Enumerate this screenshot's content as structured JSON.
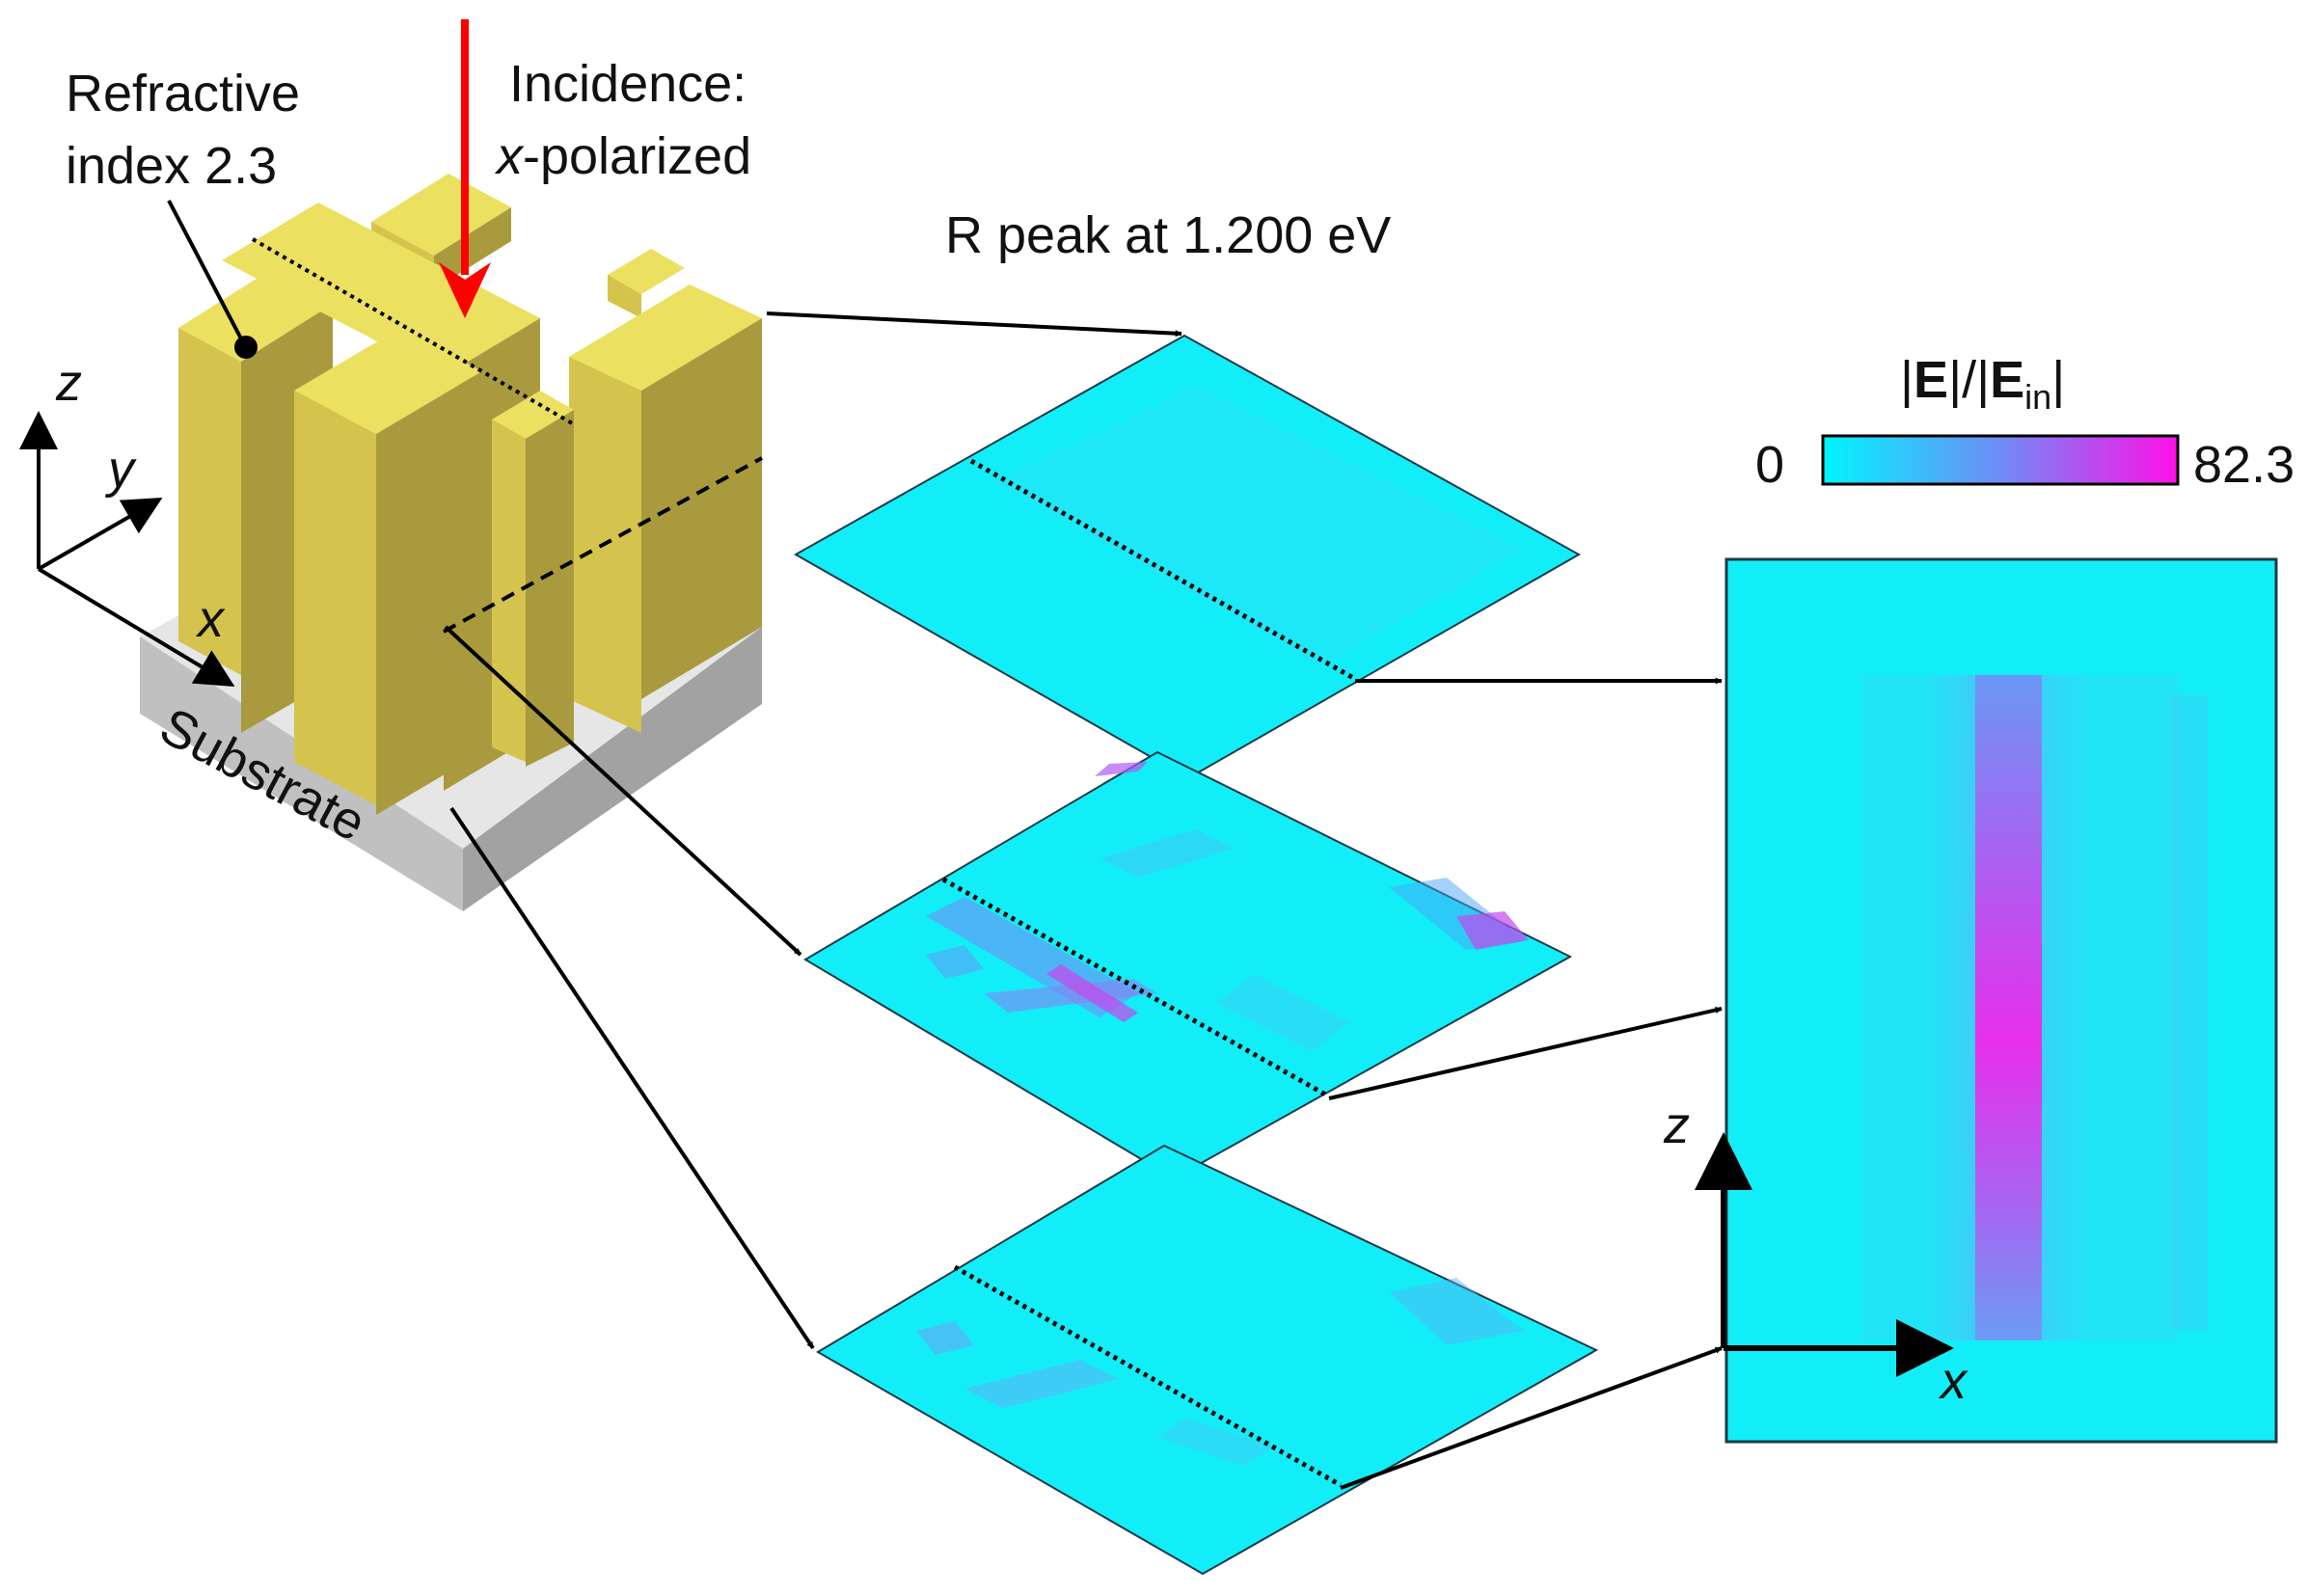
{
  "labels": {
    "refractive_line1": "Refractive",
    "refractive_line2": "index 2.3",
    "incidence_line1": "Incidence:",
    "incidence_x": "x",
    "incidence_rest": "-polarized",
    "peak": "R peak at 1.200 eV",
    "substrate": "Substrate"
  },
  "axes_3d": {
    "z": "z",
    "y": "y",
    "x": "x"
  },
  "axes_section": {
    "z": "z",
    "x": "x"
  },
  "colorbar": {
    "title_E": "E",
    "title_Ein": "E",
    "title_sub": "in",
    "min_label": "0",
    "max_label": "82.3",
    "min_value": 0,
    "max_value": 82.3,
    "color_low": "#00f5ff",
    "color_mid": "#6f8cf5",
    "color_high": "#ff10e8"
  },
  "colors": {
    "pillar_top": "#ece060",
    "pillar_front": "#d4c34d",
    "pillar_side": "#a99a3d",
    "substrate_top": "#e6e6e6",
    "substrate_front": "#c0c0c0",
    "substrate_side": "#a2a2a2",
    "incidence_arrow": "#ff0000",
    "field_base": "#12eef8"
  }
}
